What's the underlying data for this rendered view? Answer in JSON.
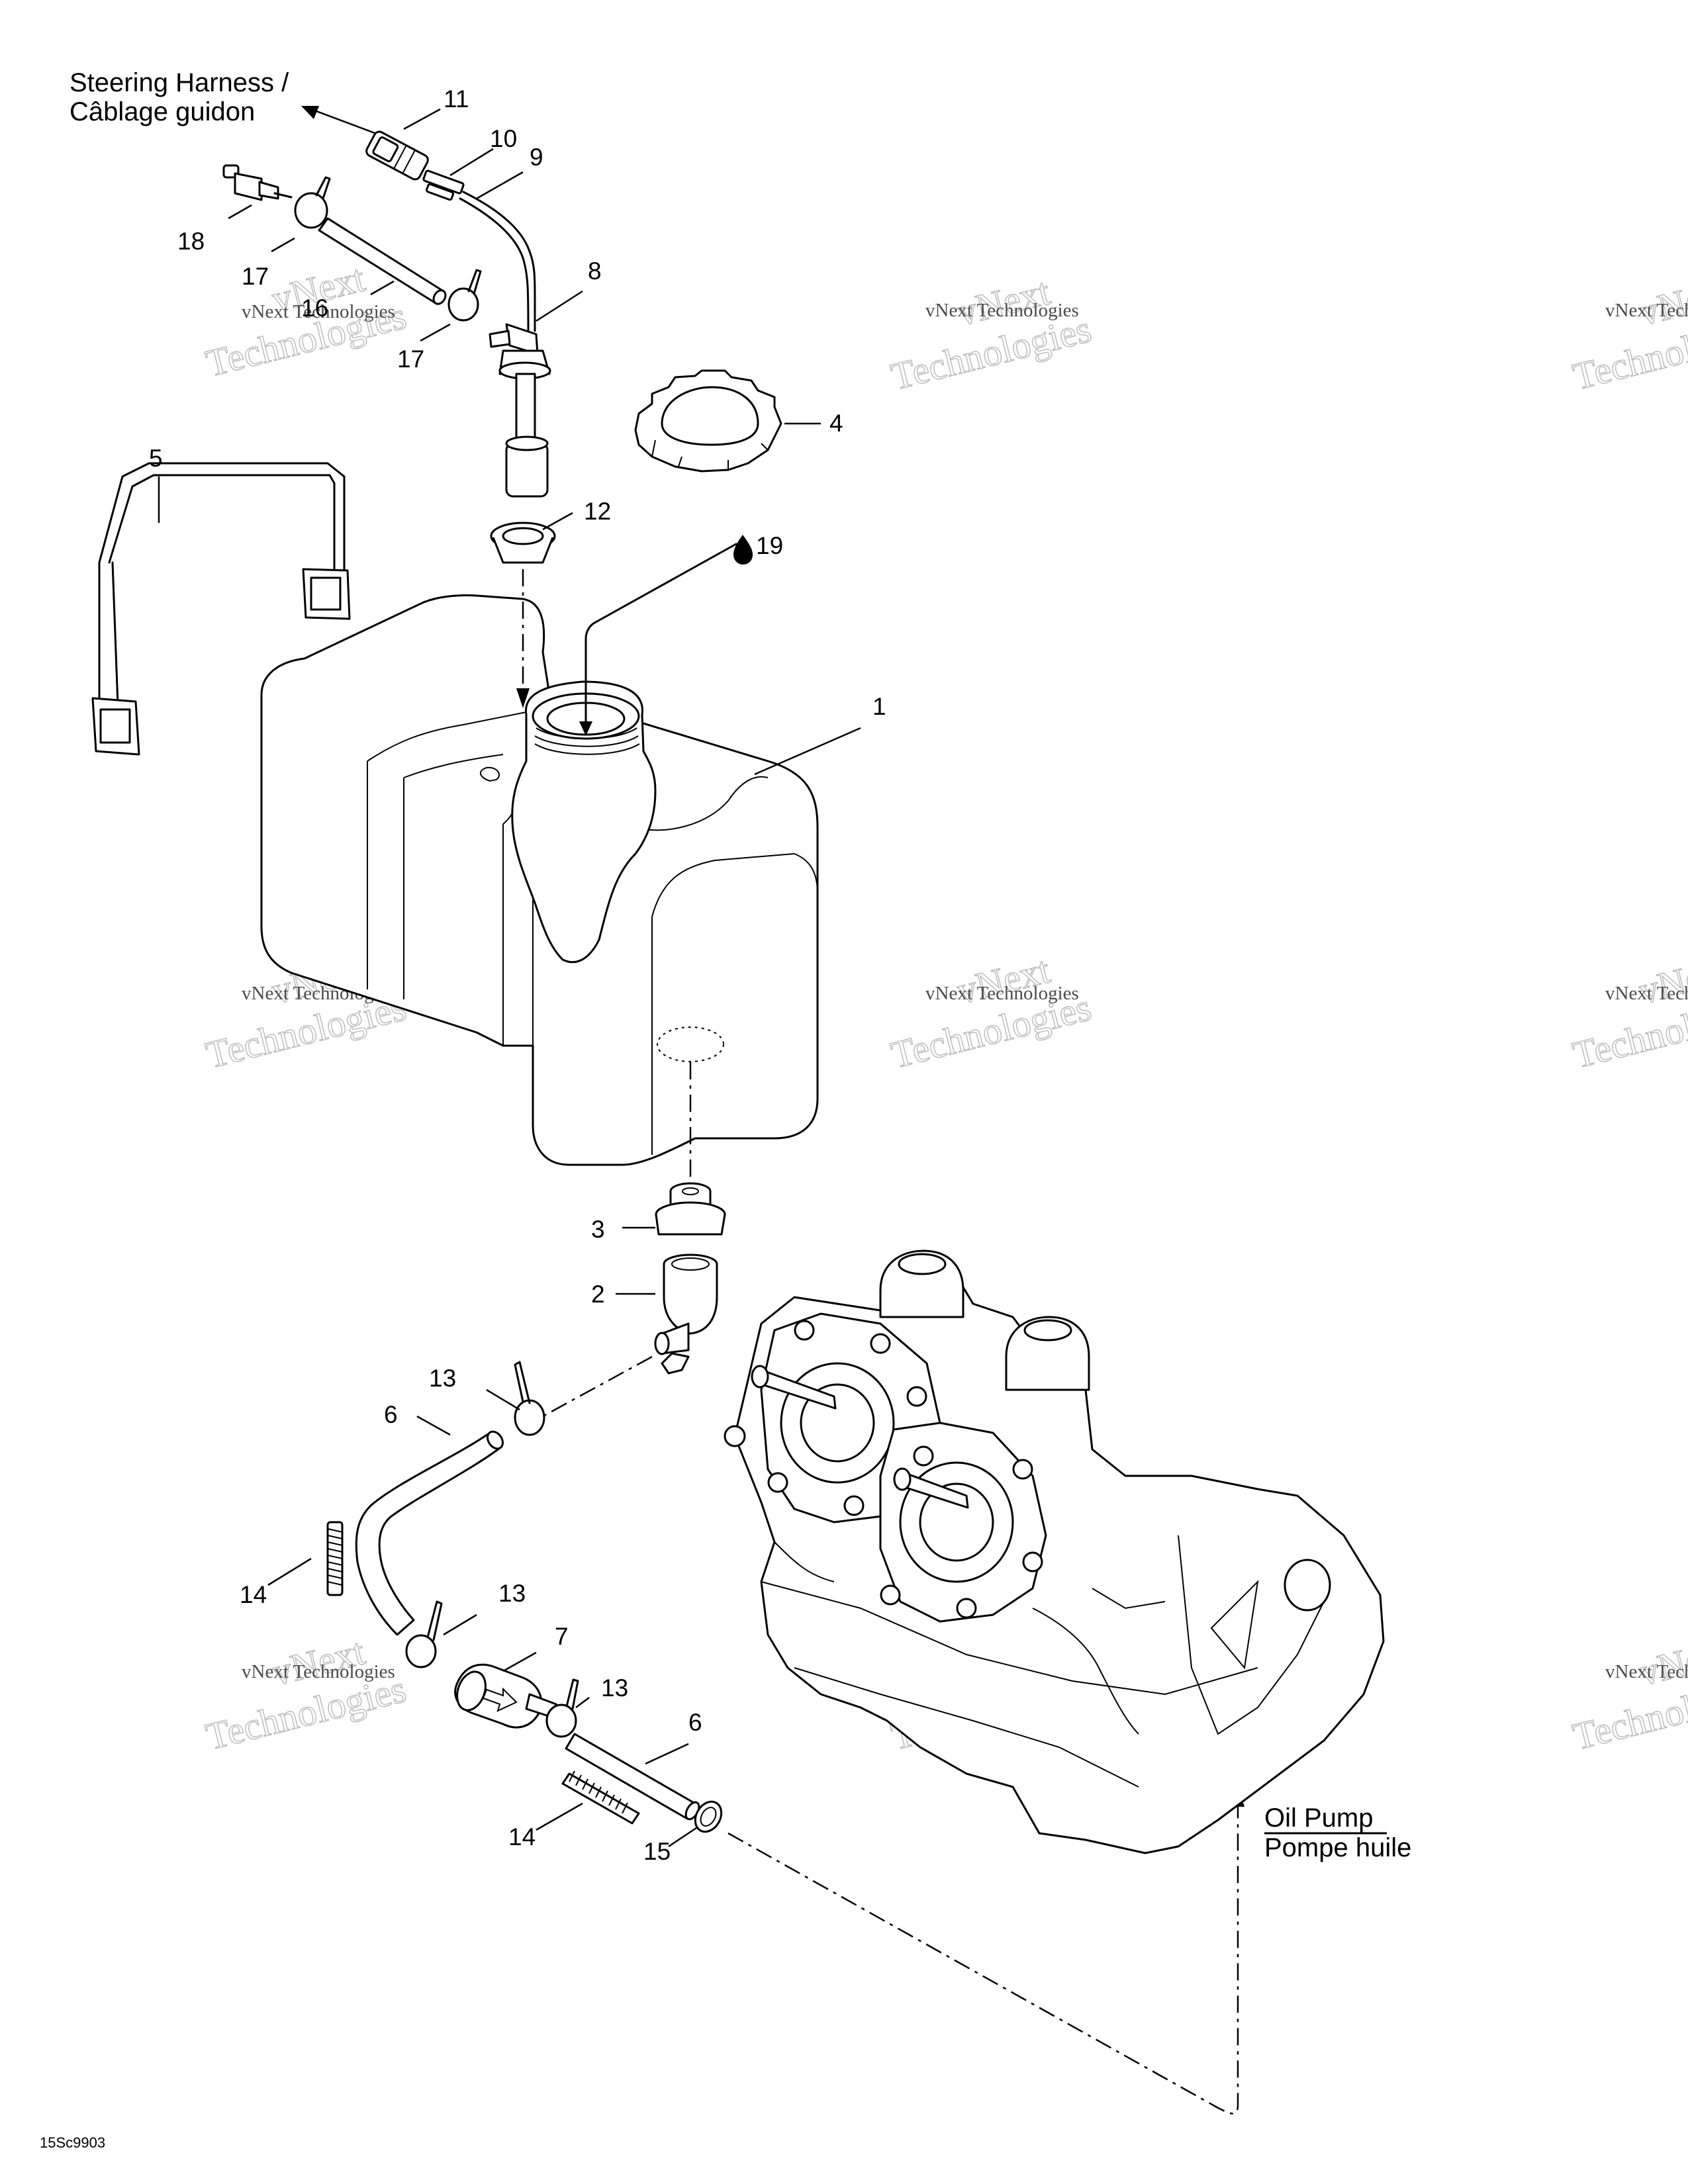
{
  "labels": {
    "steering_harness_en": "Steering Harness /",
    "steering_harness_fr": "Câblage guidon",
    "oil_pump_en": "Oil Pump",
    "oil_pump_fr": "Pompe huile",
    "drawing_code": "15Sc9903"
  },
  "watermark": {
    "company_line": "vNext Technologies",
    "word_top": "vNext",
    "word_bottom": "Technologies"
  },
  "callouts": {
    "c1": "1",
    "c2": "2",
    "c3": "3",
    "c4": "4",
    "c5": "5",
    "c6a": "6",
    "c6b": "6",
    "c7": "7",
    "c8": "8",
    "c9": "9",
    "c10": "10",
    "c11": "11",
    "c12": "12",
    "c13a": "13",
    "c13b": "13",
    "c13c": "13",
    "c14a": "14",
    "c14b": "14",
    "c15": "15",
    "c16": "16",
    "c17a": "17",
    "c17b": "17",
    "c18": "18",
    "c19": "19"
  },
  "icons": {
    "lubricant": "oil-drop-icon",
    "direction": "arrow-icon"
  }
}
